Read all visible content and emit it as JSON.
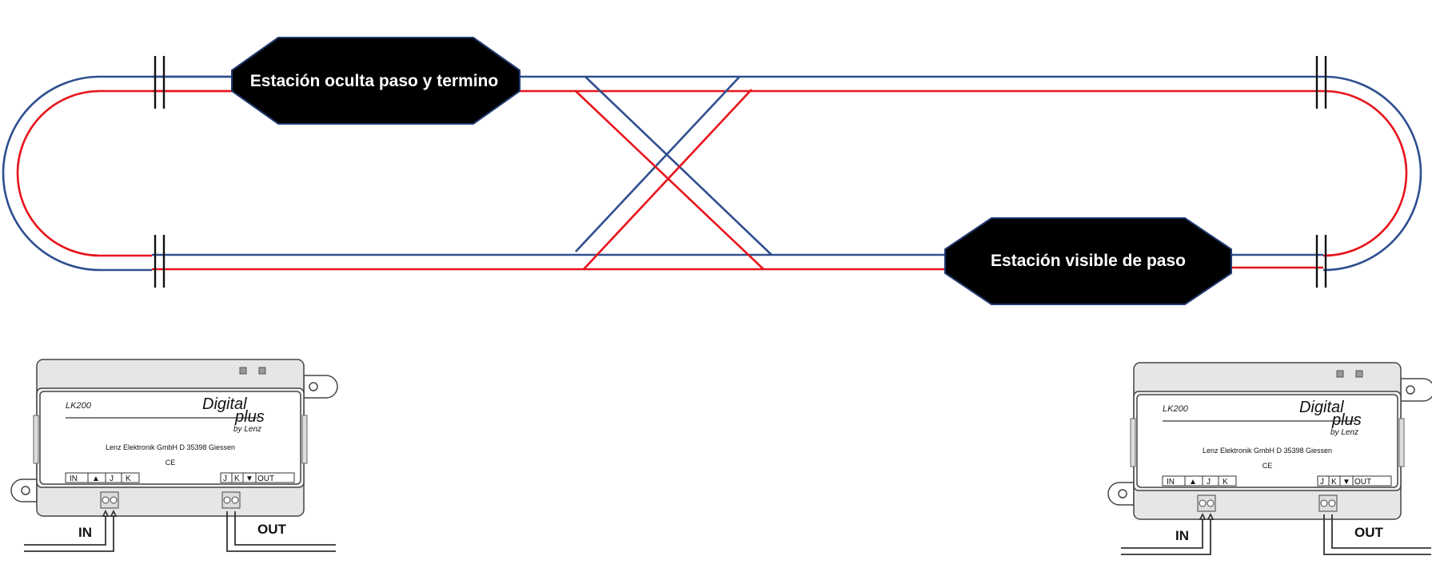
{
  "colors": {
    "blue_rail": "#2F4F8F",
    "red_rail": "#E8141C",
    "station_fill": "#000000",
    "station_border": "#1F3A6E"
  },
  "stations": {
    "hidden": "Estación oculta paso y termino",
    "visible": "Estación visible de paso"
  },
  "modules": [
    {
      "model": "LK200",
      "brand_main": "Digital",
      "brand_sub": "plus",
      "brand_by": "by Lenz",
      "maker": "Lenz Elektronik GmbH  D 35398 Giessen",
      "mark": "CE",
      "term_in": [
        "IN",
        "▲",
        "J",
        "K"
      ],
      "term_out": [
        "J",
        "K",
        "▼",
        "OUT"
      ],
      "wire_in": "IN",
      "wire_out": "OUT"
    },
    {
      "model": "LK200",
      "brand_main": "Digital",
      "brand_sub": "plus",
      "brand_by": "by Lenz",
      "maker": "Lenz Elektronik GmbH  D 35398 Giessen",
      "mark": "CE",
      "term_in": [
        "IN",
        "▲",
        "J",
        "K"
      ],
      "term_out": [
        "J",
        "K",
        "▼",
        "OUT"
      ],
      "wire_in": "IN",
      "wire_out": "OUT"
    }
  ]
}
